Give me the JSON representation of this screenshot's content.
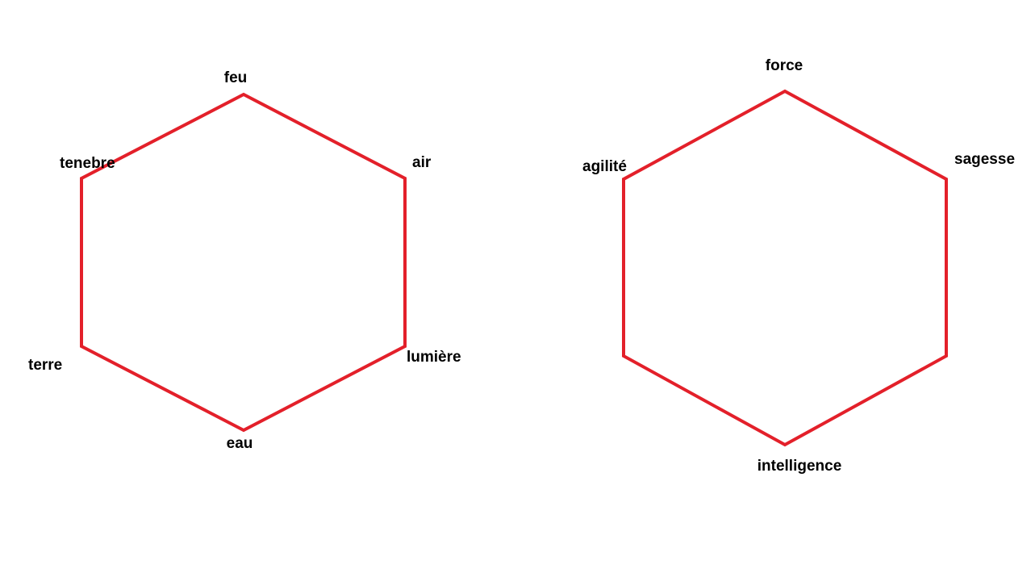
{
  "colors": {
    "background": "#ffffff",
    "outline": "#e3202a",
    "label": "#000000"
  },
  "diagrams": [
    {
      "shape": "hexagon",
      "labels": {
        "top": "feu",
        "upper_right": "air",
        "lower_right": "lumière",
        "bottom": "eau",
        "lower_left": "terre",
        "upper_left": "tenebre"
      }
    },
    {
      "shape": "hexagon",
      "labels": {
        "top": "force",
        "upper_right": "sagesse",
        "bottom": "intelligence",
        "upper_left": "agilité"
      }
    }
  ]
}
